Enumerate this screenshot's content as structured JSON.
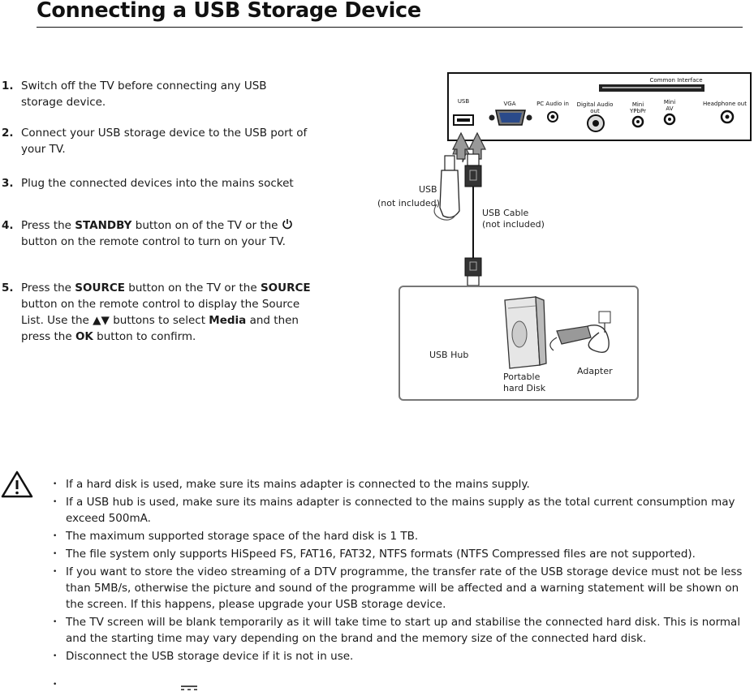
{
  "title": "Connecting a USB Storage Device",
  "steps": [
    {
      "num": "1.",
      "text": "Switch off the TV before connecting any USB storage device."
    },
    {
      "num": "2.",
      "text": "Connect your USB storage device to the USB port of your TV."
    },
    {
      "num": "3.",
      "text": "Plug the connected devices into the mains socket"
    },
    {
      "num": "4.",
      "a": "Press the ",
      "b1": "STANDBY",
      "c": " button on of the TV or the ",
      "d": "button on the remote control  to turn on your TV."
    },
    {
      "num": "5.",
      "a": "Press the ",
      "b1": "SOURCE",
      "c": " button on the TV or the ",
      "b2": "SOURCE",
      "d": " button on the remote  control to display the Source List. Use the ",
      "arrows": "▲▼",
      "e": "  buttons to select ",
      "b3": "Media",
      "f": " and  then press the ",
      "b4": "OK",
      "g": "  button to confirm."
    }
  ],
  "panel": {
    "common_interface": "Common Interface",
    "usb": "USB",
    "vga": "VGA",
    "pc_audio": "PC Audio in",
    "digital_audio": "Digital  Audio\nout",
    "mini_ypbpr": "Mini\nYPbPr",
    "mini_av": "Mini\nAV",
    "headphone": "Headphone out"
  },
  "diagram": {
    "usb": "USB",
    "usb_not_included": "(not included)",
    "usb_cable": "USB Cable",
    "cable_not_included": "(not included)",
    "usb_hub": "USB Hub",
    "portable_hdd": "Portable\nhard Disk",
    "adapter": "Adapter"
  },
  "notes": [
    "If a hard disk is used, make sure its mains adapter is connected to the mains supply.",
    "If a USB hub is used, make sure its mains adapter is connected to the mains supply as the total current consumption may exceed 500mA.",
    "The maximum supported storage space of the hard disk is 1 TB.",
    "The file system only supports HiSpeed FS, FAT16, FAT32, NTFS formats (NTFS Compressed files are not supported).",
    "If you want to store the video streaming of a DTV programme, the transfer rate of the USB storage device must not be less than 5MB/s, otherwise the picture and sound of the programme will be affected and a warning statement will be shown on the screen. If this happens, please upgrade your USB storage device.",
    "The TV screen will be blank temporarily as it will take time to start up and stabilise the connected hard disk. This is normal and the starting time may vary depending on the brand and the memory size of the connected hard disk.",
    "Disconnect the USB storage device if it is not in use."
  ]
}
